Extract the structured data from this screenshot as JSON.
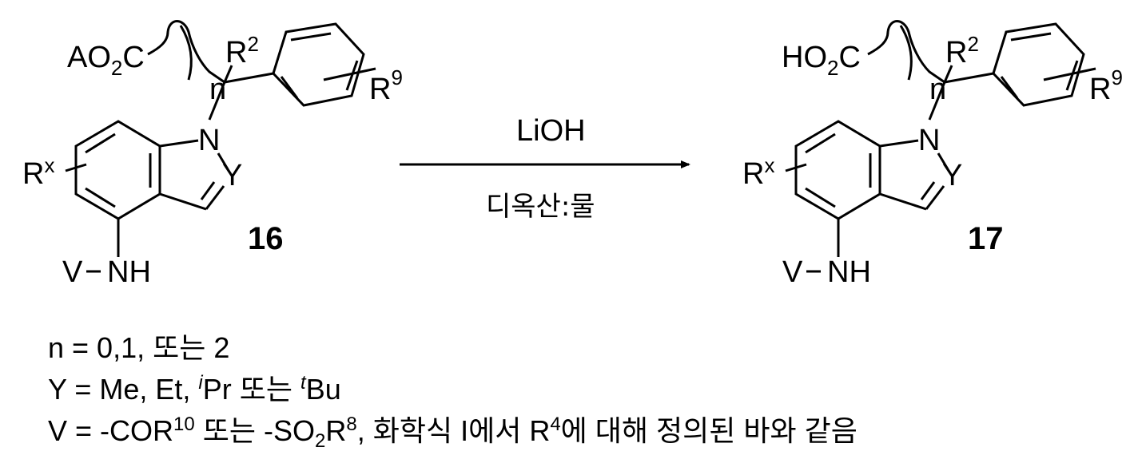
{
  "reaction": {
    "reagent": "LiOH",
    "solvent": "디옥산:물"
  },
  "compounds": [
    {
      "number": "16",
      "acid_group": {
        "prefix": "AO",
        "sub": "2",
        "suffix": "C"
      },
      "chain_index": "n",
      "r2": {
        "main": "R",
        "sup": "2"
      },
      "r9": {
        "main": "R",
        "sup": "9"
      },
      "rx": {
        "main": "R",
        "sup": "x"
      },
      "atom_n": "N",
      "atom_y": "Y",
      "amine": {
        "v": "V",
        "nh": "NH"
      }
    },
    {
      "number": "17",
      "acid_group": {
        "prefix": "HO",
        "sub": "2",
        "suffix": "C"
      },
      "chain_index": "n",
      "r2": {
        "main": "R",
        "sup": "2"
      },
      "r9": {
        "main": "R",
        "sup": "9"
      },
      "rx": {
        "main": "R",
        "sup": "x"
      },
      "atom_n": "N",
      "atom_y": "Y",
      "amine": {
        "v": "V",
        "nh": "NH"
      }
    }
  ],
  "notes": {
    "n_def": "n = 0,1, 또는 2",
    "y_def": {
      "a": "Y = Me, Et, ",
      "i": "i",
      "b": "Pr 또는 ",
      "t": "t",
      "c": "Bu"
    },
    "v_def": {
      "a": "V = -COR",
      "sup10": "10",
      "b": " 또는 -SO",
      "sub2": "2",
      "c": "R",
      "sup8": "8",
      "d": ", 화학식 I에서 R",
      "sup4": "4",
      "e": "에 대해 정의된 바와 같음"
    }
  }
}
